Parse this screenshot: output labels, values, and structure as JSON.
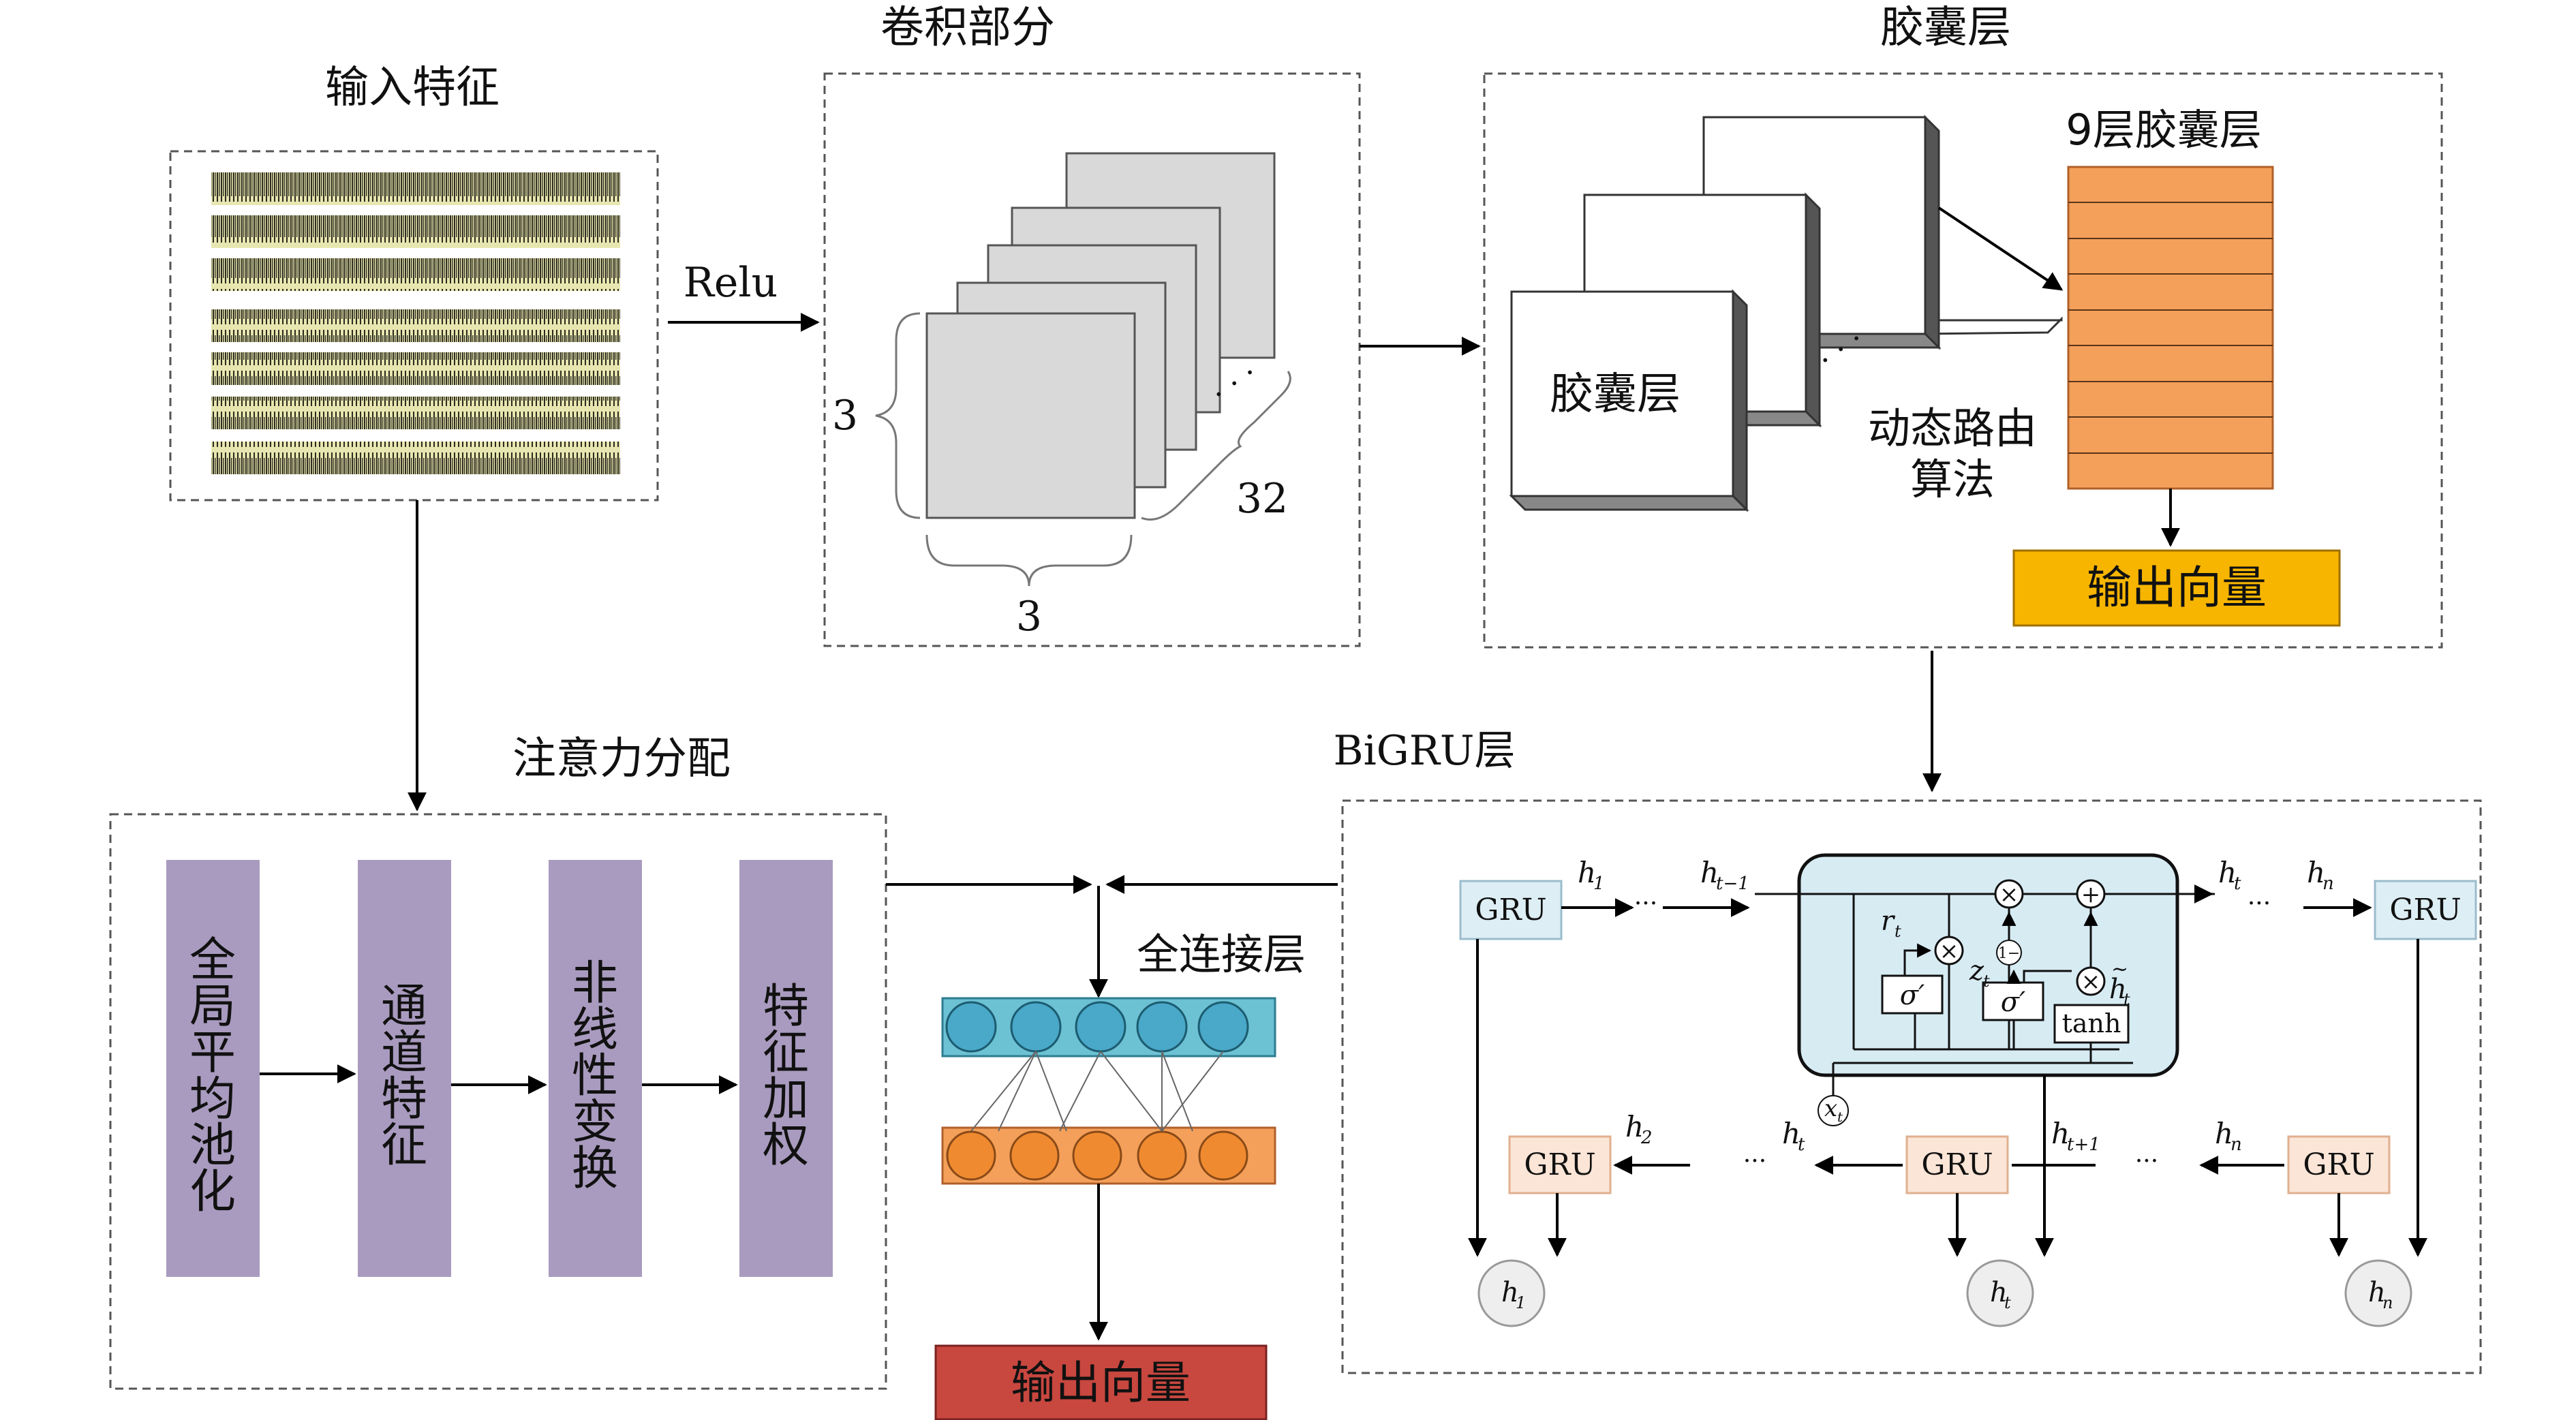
{
  "sections": {
    "input": "输入特征",
    "conv": "卷积部分",
    "capsule": "胶囊层",
    "attention": "注意力分配",
    "bigru": "BiGRU层",
    "fc": "全连接层"
  },
  "conv": {
    "relu": "Relu",
    "kernel_h": "3",
    "kernel_w": "3",
    "channels": "32",
    "dots": "· · ·"
  },
  "capsule": {
    "block_label": "胶囊层",
    "dots": "· · ·",
    "routing_line1": "动态路由",
    "routing_line2": "算法",
    "nine_label": "9层胶囊层",
    "output": "输出向量"
  },
  "attention": {
    "boxes": [
      [
        "全",
        "局",
        "平",
        "均",
        "池",
        "化"
      ],
      [
        "通",
        "道",
        "特",
        "征"
      ],
      [
        "非",
        "线",
        "性",
        "变",
        "换"
      ],
      [
        "特",
        "征",
        "加",
        "权"
      ]
    ]
  },
  "fc": {
    "output": "输出向量"
  },
  "bigru": {
    "gru": "GRU",
    "dots": "···",
    "h": "h",
    "sub1": "1",
    "sub2": "2",
    "subt": "t",
    "subn": "n",
    "subt1": "t−1",
    "subtp1": "t+1",
    "r": "r",
    "z": "z",
    "x": "x",
    "sigma": "σ′",
    "tanh": "tanh",
    "one_minus": "1−"
  },
  "colors": {
    "purple": "#a99bbf",
    "orange": "#f4a05a",
    "yellow": "#f7b500",
    "red": "#c8473f",
    "cyan": "#6cc1d3",
    "gru_blue": "#ddeef4",
    "gru_peach": "#fbe5d6",
    "cell": "#d7ebf3"
  }
}
